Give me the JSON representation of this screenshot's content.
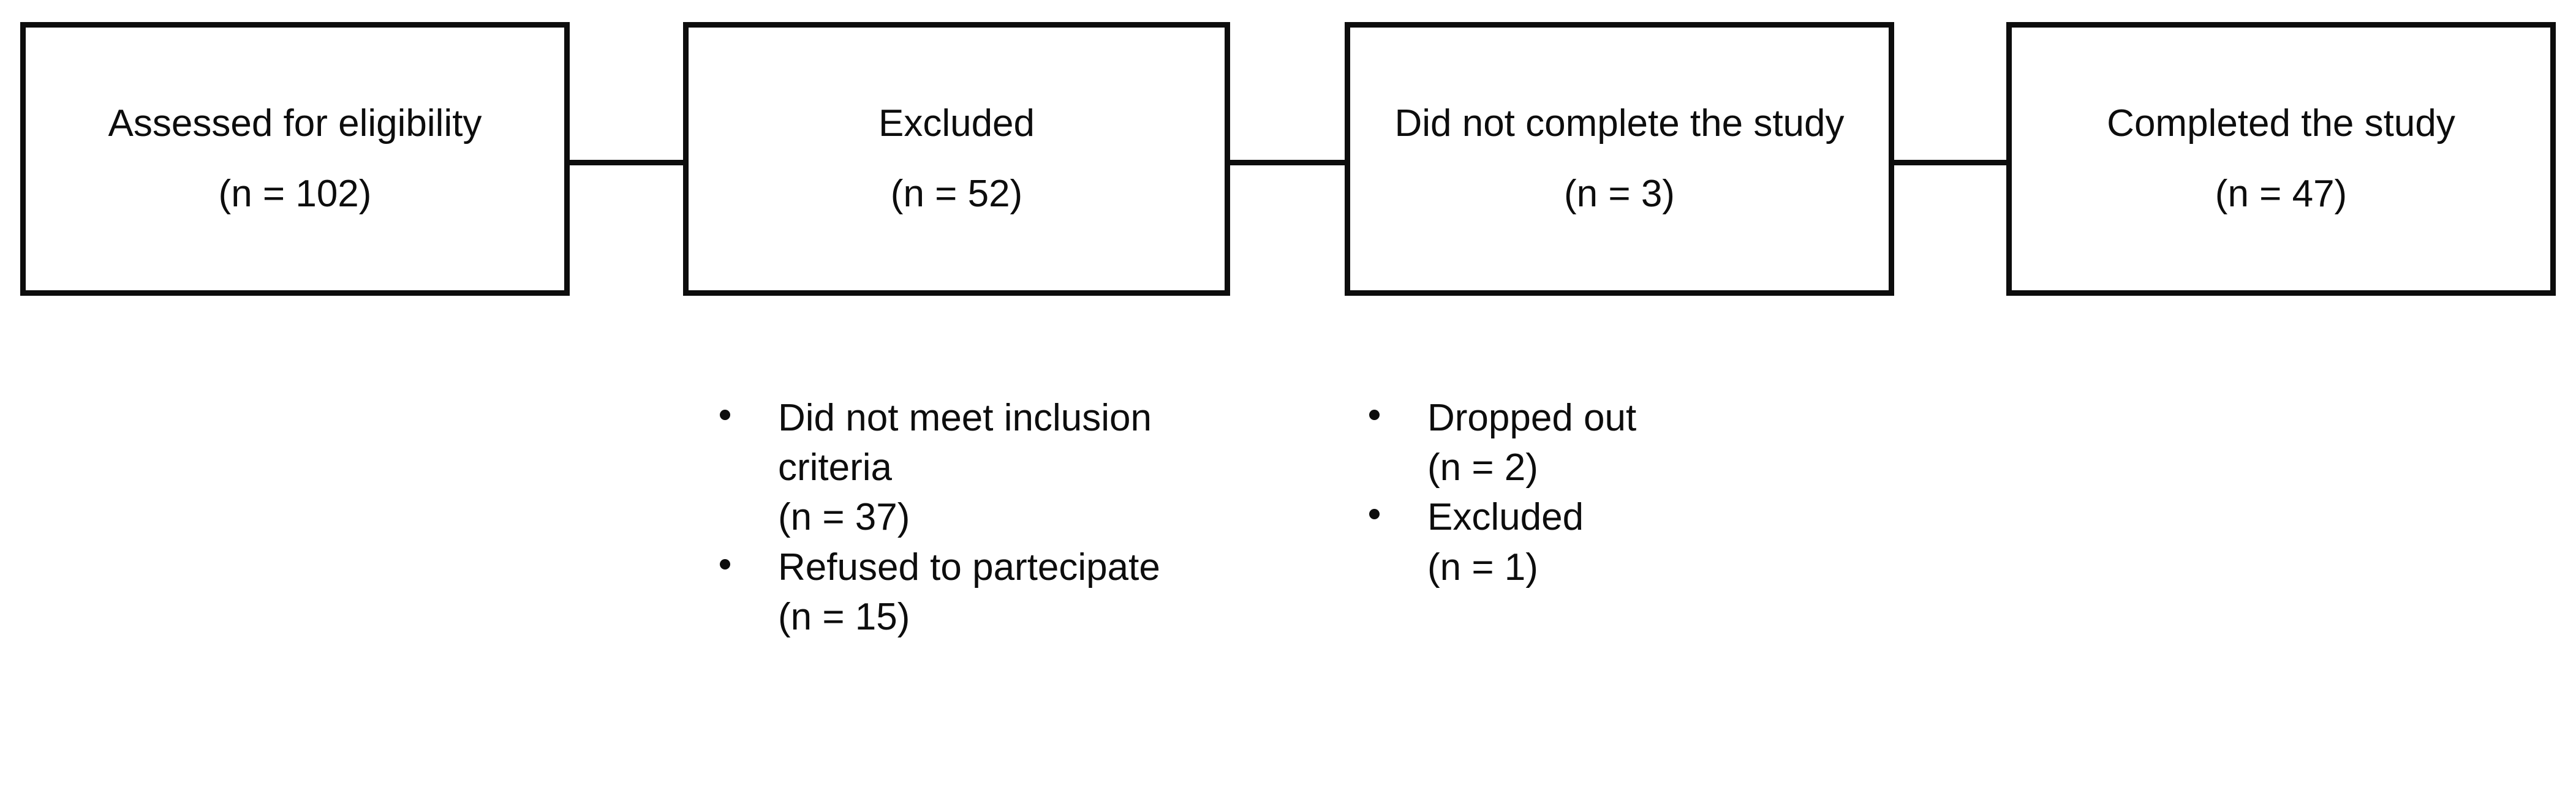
{
  "diagram": {
    "type": "participant-flow-diagram",
    "background_color": "#ffffff",
    "line_color": "#0d0d0d",
    "nodes": [
      {
        "id": "assessed",
        "label": "Assessed for eligibility",
        "count": "(n = 102)"
      },
      {
        "id": "excluded",
        "label": "Excluded",
        "count": "(n = 52)"
      },
      {
        "id": "did-not-complete",
        "label": "Did not complete the study",
        "count": "(n = 3)"
      },
      {
        "id": "completed",
        "label": "Completed the study",
        "count": "(n = 47)"
      }
    ],
    "exclusion_reasons": [
      {
        "reason": "Did not meet inclusion criteria",
        "count": "(n = 37)"
      },
      {
        "reason": "Refused to partecipate",
        "count": "(n = 15)"
      }
    ],
    "attrition_reasons": [
      {
        "reason": "Dropped out",
        "count": "(n = 2)"
      },
      {
        "reason": "Excluded",
        "count": "(n = 1)"
      }
    ]
  }
}
